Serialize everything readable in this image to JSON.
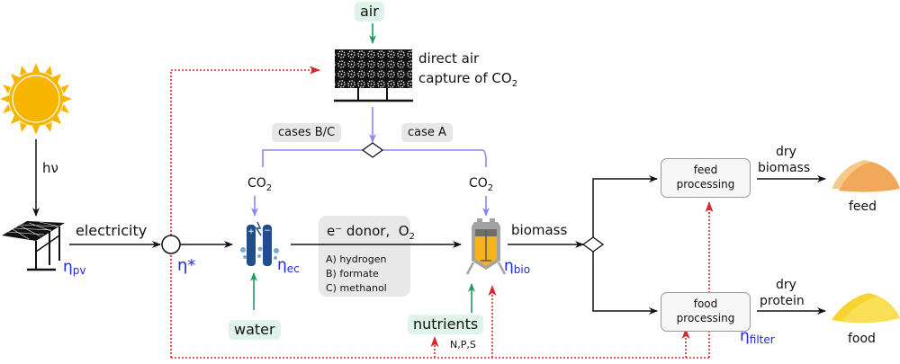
{
  "diagram": {
    "inputs": {
      "air": "air",
      "water": "water",
      "nutrients": "nutrients",
      "nutrients_elements": "N,P,S"
    },
    "labels": {
      "photon": "hν",
      "electricity": "electricity",
      "dac_line1": "direct air",
      "dac_line2": "capture of CO",
      "dac_sub": "2",
      "co2_left": "CO",
      "co2_right": "CO",
      "co2_sub": "2",
      "cases_bc": "cases B/C",
      "case_a": "case A",
      "donor_title": "e⁻ donor,",
      "donor_o2": "O",
      "donor_o2_sub": "2",
      "donor_options": [
        "A) hydrogen",
        "B) formate",
        "C) methanol"
      ],
      "biomass": "biomass",
      "dry_biomass_1": "dry",
      "dry_biomass_2": "biomass",
      "dry_protein_1": "dry",
      "dry_protein_2": "protein",
      "feed": "feed",
      "food": "food",
      "feed_processing_1": "feed",
      "feed_processing_2": "processing",
      "food_processing_1": "food",
      "food_processing_2": "processing"
    },
    "efficiencies": {
      "eta_symbol": "η",
      "pv": "pv",
      "star": "*",
      "ec": "ec",
      "bio": "bio",
      "filter": "filter"
    },
    "colors": {
      "eta_text": "#1f2bd6",
      "co2_flow": "#8a86ee",
      "green_flow": "#1a9a5c",
      "energy_dotted": "#d9262e",
      "sun": "#f7b500",
      "feed_pile": "#f2a85a",
      "food_pile": "#f7d431",
      "electrolyzer": "#1f4e8c",
      "reactor_body": "#a3a3a3",
      "reactor_fluid": "#f5b21c"
    }
  }
}
